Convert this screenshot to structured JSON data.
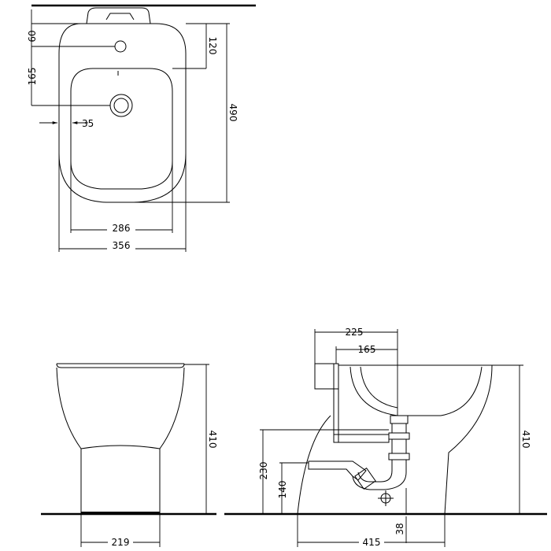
{
  "top_view": {
    "dim_60": "60",
    "dim_165": "165",
    "dim_35": "35",
    "dim_120": "120",
    "dim_490": "490",
    "dim_286": "286",
    "dim_356": "356"
  },
  "front_view": {
    "dim_410": "410",
    "dim_219": "219"
  },
  "side_view": {
    "dim_225": "225",
    "dim_165": "165",
    "dim_410": "410",
    "dim_230": "230",
    "dim_140": "140",
    "dim_38": "38",
    "dim_415": "415"
  }
}
